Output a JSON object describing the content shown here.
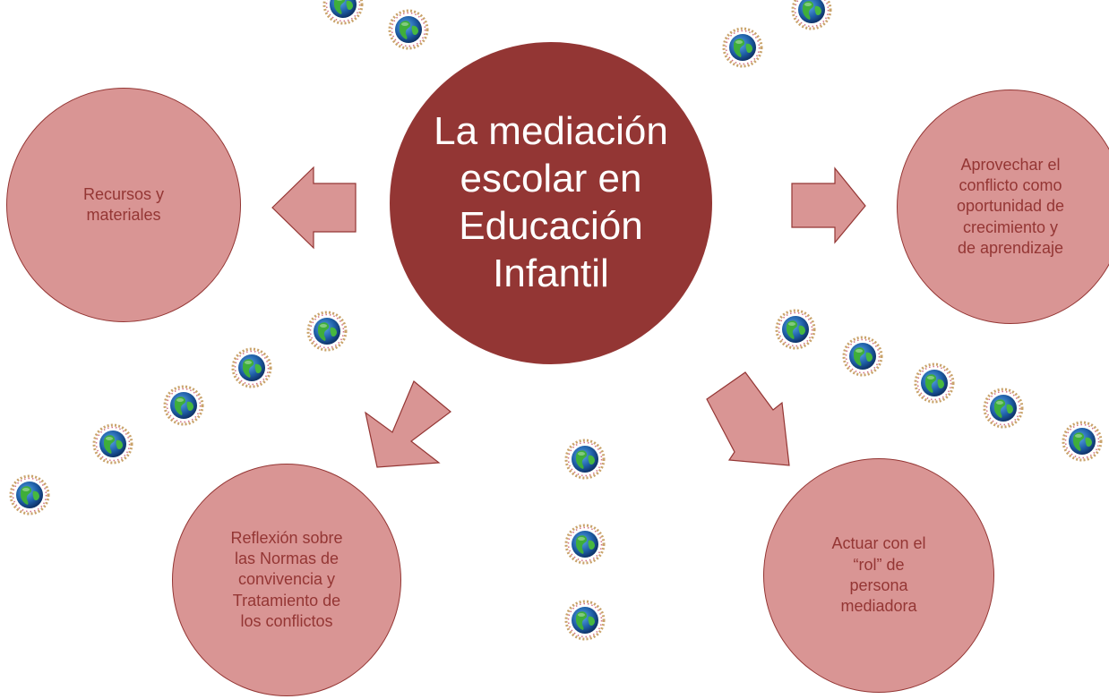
{
  "center_node": {
    "text": "La mediación\nescolar en\nEducación\nInfantil"
  },
  "satellites": {
    "left": {
      "text": "Recursos y\nmateriales"
    },
    "right": {
      "text": "Aprovechar el\nconflicto como\noportunidad de\ncrecimiento y\nde aprendizaje"
    },
    "bottom_left": {
      "text": "Reflexión sobre\nlas Normas de\nconvivencia y\nTratamiento de\nlos conflictos"
    },
    "bottom_right": {
      "text": "Actuar con el\n“rol” de\npersona\nmediadora"
    }
  },
  "colors": {
    "center_fill": "#933634",
    "center_text": "#ffffff",
    "satellite_fill": "#d99594",
    "satellite_border": "#943634",
    "satellite_text": "#943634",
    "arrow_fill": "#d99594",
    "arrow_border": "#943634",
    "globe_ocean": "#1f5fa8",
    "globe_land": "#3fae3a"
  },
  "icons": {
    "decoration": "globe-with-children-icon",
    "connector": "block-arrow-icon"
  }
}
